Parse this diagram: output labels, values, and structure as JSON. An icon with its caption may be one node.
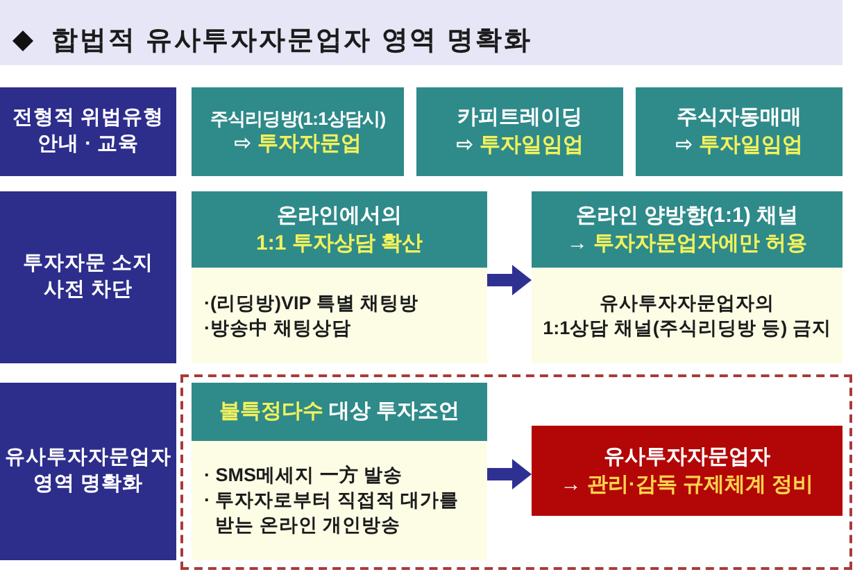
{
  "diagram": {
    "title": "합법적 유사투자자문업자 영역 명확화",
    "nodes": [
      {
        "text": [
          "전형적 위법유형 안내 · 교육"
        ]
      },
      {
        "text": [
          "주식리딩방(1:1상담시)",
          "⇨ 투자자문업"
        ]
      },
      {
        "text": [
          "카피트레이딩",
          "⇨ 투자일임업"
        ]
      },
      {
        "text": [
          "주식자동매매",
          "⇨ 투자일임업"
        ]
      },
      {
        "text": [
          "투자자문 소지 사전 차단"
        ]
      },
      {
        "text": [
          "온라인에서의",
          "1:1 투자상담 확산",
          "·(리딩방)VIP 특별 채팅방",
          "·방송中 채팅상담"
        ]
      },
      {
        "text": [
          "온라인 양방향(1:1) 채널",
          "→ 투자자문업자에만 허용",
          "유사투자자문업자의 1:1상담 채널(주식리딩방 등) 금지"
        ]
      },
      {
        "text": [
          "유사투자자문업자 영역 명확화"
        ]
      },
      {
        "text": [],
        "shape": "box"
      },
      {
        "text": [
          "불특정다수 대상 투자조언",
          "· SMS메세지 一方 발송",
          "· 투자자로부터 직접적 대가를 받는 온라인 개인방송"
        ],
        "in": 8
      },
      {
        "text": [
          "유사투자자문업자",
          "→ 관리·감독 규제체계 정비"
        ],
        "in": 8
      }
    ],
    "edges": [
      {
        "from": 5,
        "to": 6,
        "arrow": "to"
      },
      {
        "from": 9,
        "to": 10,
        "arrow": "to"
      }
    ]
  }
}
